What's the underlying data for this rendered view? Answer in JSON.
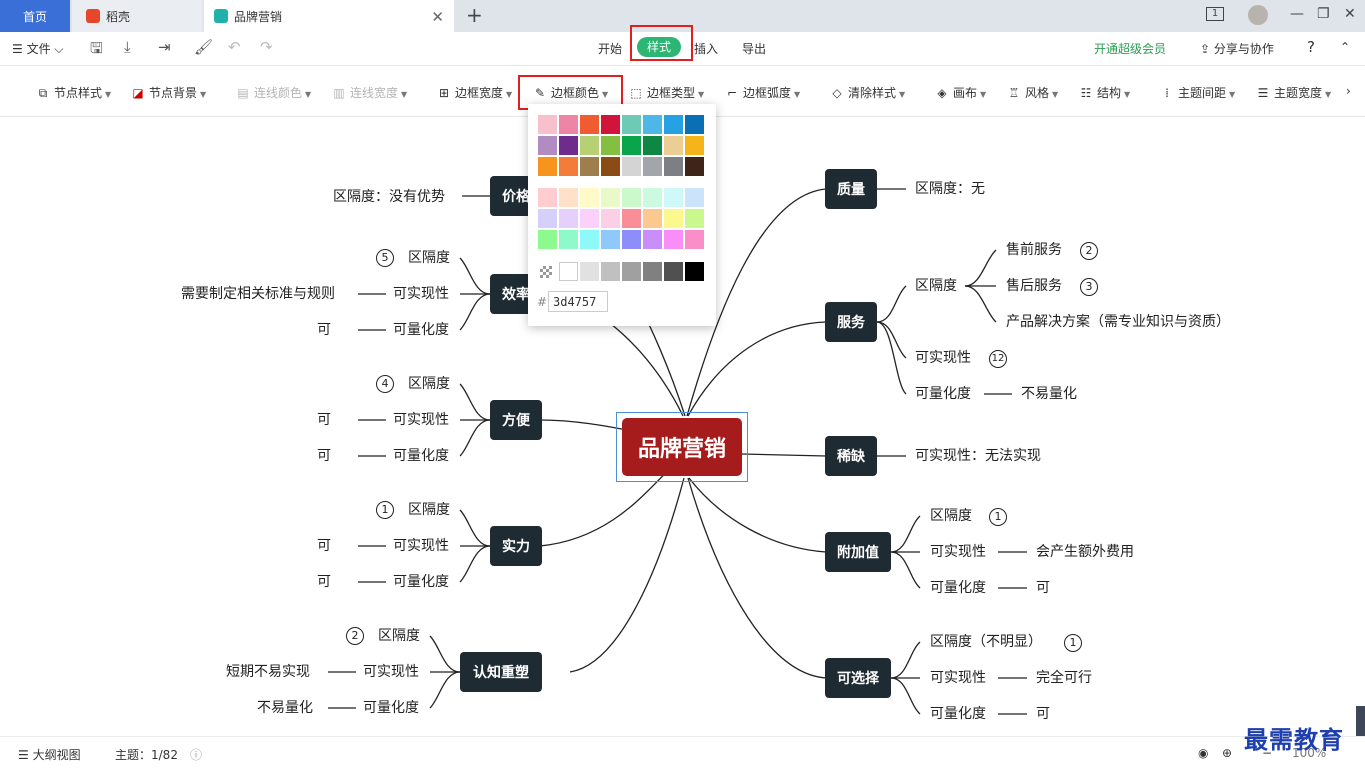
{
  "tabs": {
    "home": "首页",
    "daoke": "稻壳",
    "doc": "品牌营销"
  },
  "titlebar": {
    "page_badge": "1"
  },
  "menubar": {
    "file": "文件",
    "start": "开始",
    "style": "样式",
    "insert": "插入",
    "export": "导出",
    "vip": "开通超级会员",
    "share": "分享与协作",
    "help": "?"
  },
  "toolbar": {
    "node_style": "节点样式",
    "node_bg": "节点背景",
    "line_color": "连线颜色",
    "line_width": "连线宽度",
    "border_width": "边框宽度",
    "border_color": "边框颜色",
    "border_type": "边框类型",
    "border_radius": "边框弧度",
    "clear_style": "清除样式",
    "canvas": "画布",
    "theme_style": "风格",
    "structure": "结构",
    "topic_spacing": "主题间距",
    "topic_width": "主题宽度"
  },
  "colorpicker": {
    "hex_value": "3d4757",
    "palette_rows": [
      [
        "#f6c1cc",
        "#ef85a6",
        "#f05b31",
        "#d0143c",
        "#6fcab5",
        "#4fb6e8",
        "#26a1e4",
        "#0b6fb6"
      ],
      [
        "#b08cc3",
        "#6e2c8c",
        "#b6d073",
        "#84bf41",
        "#0aa54a",
        "#0f8744",
        "#eccd94",
        "#f4b41a"
      ],
      [
        "#f7941d",
        "#f37c3a",
        "#9e7e4d",
        "#8a4b16",
        "#d4d4d4",
        "#a2a5a9",
        "#7c7f83",
        "#3e2517"
      ],
      [
        "#ffcdd0",
        "#ffe0c8",
        "#fffac8",
        "#e9f9c8",
        "#ccf9cc",
        "#ccfae0",
        "#cff9f9",
        "#cce4fb"
      ],
      [
        "#d4d0fb",
        "#e6d0fb",
        "#fbd0fb",
        "#fbd0e6",
        "#f98e96",
        "#fbc98e",
        "#fbf98e",
        "#c9f98e"
      ],
      [
        "#8ef98e",
        "#8ef9c9",
        "#8ef9f9",
        "#8ec9f9",
        "#8e8ef9",
        "#c98ef9",
        "#f98ef9",
        "#f98ec9"
      ],
      [
        "transparent",
        "#ffffff",
        "#e1e1e1",
        "#c0c0c0",
        "#a0a0a0",
        "#808080",
        "#505050",
        "#000000"
      ]
    ]
  },
  "mindmap": {
    "root": "品牌营销",
    "left": [
      {
        "name": "价格",
        "items": [
          {
            "label": "区隔度：没有优势"
          }
        ]
      },
      {
        "name": "效率",
        "items": [
          {
            "label": "区隔度",
            "badge": "5"
          },
          {
            "label": "可实现性",
            "value": "需要制定相关标准与规则"
          },
          {
            "label": "可量化度",
            "value": "可"
          }
        ]
      },
      {
        "name": "方便",
        "items": [
          {
            "label": "区隔度",
            "badge": "4"
          },
          {
            "label": "可实现性",
            "value": "可"
          },
          {
            "label": "可量化度",
            "value": "可"
          }
        ]
      },
      {
        "name": "实力",
        "items": [
          {
            "label": "区隔度",
            "badge": "1"
          },
          {
            "label": "可实现性",
            "value": "可"
          },
          {
            "label": "可量化度",
            "value": "可"
          }
        ]
      },
      {
        "name": "认知重塑",
        "items": [
          {
            "label": "区隔度",
            "badge": "2"
          },
          {
            "label": "可实现性",
            "value": "短期不易实现"
          },
          {
            "label": "可量化度",
            "value": "不易量化"
          }
        ]
      }
    ],
    "right": [
      {
        "name": "质量",
        "items": [
          {
            "label": "区隔度：无"
          }
        ]
      },
      {
        "name": "服务",
        "items": [
          {
            "label": "区隔度",
            "subs": [
              {
                "label": "售前服务",
                "badge": "2"
              },
              {
                "label": "售后服务",
                "badge": "3"
              },
              {
                "label": "产品解决方案（需专业知识与资质）"
              }
            ]
          },
          {
            "label": "可实现性",
            "badge": "12"
          },
          {
            "label": "可量化度",
            "value": "不易量化"
          }
        ]
      },
      {
        "name": "稀缺",
        "items": [
          {
            "label": "可实现性：无法实现"
          }
        ]
      },
      {
        "name": "附加值",
        "items": [
          {
            "label": "区隔度",
            "badge": "1"
          },
          {
            "label": "可实现性",
            "value": "会产生额外费用"
          },
          {
            "label": "可量化度",
            "value": "可"
          }
        ]
      },
      {
        "name": "可选择",
        "items": [
          {
            "label": "区隔度（不明显）",
            "badge": "1"
          },
          {
            "label": "可实现性",
            "value": "完全可行"
          },
          {
            "label": "可量化度",
            "value": "可"
          }
        ]
      }
    ]
  },
  "statusbar": {
    "outline": "大纲视图",
    "topic_count": "主题：1/82",
    "zoom": "100%"
  },
  "watermark": "最需教育"
}
